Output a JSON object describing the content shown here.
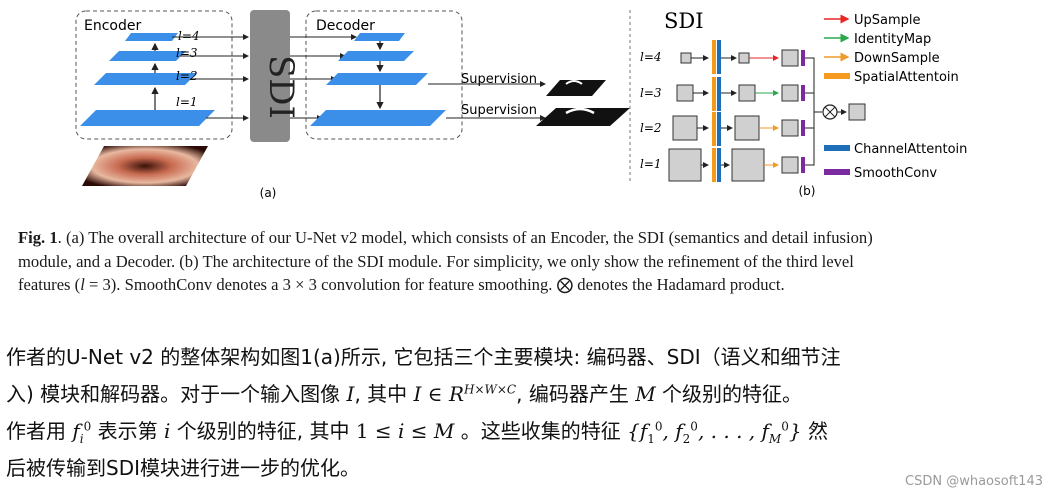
{
  "figure": {
    "panel_a": {
      "encoder_label": "Encoder",
      "decoder_label": "Decoder",
      "sdi_label": "SDI",
      "level_labels": [
        "l=4",
        "l=3",
        "l=2",
        "l=1"
      ],
      "supervision_label": "Supervision",
      "panel_label": "(a)"
    },
    "panel_b": {
      "title": "SDI",
      "level_labels": [
        "l=4",
        "l=3",
        "l=2",
        "l=1"
      ],
      "panel_label": "(b)",
      "legend": [
        {
          "label": "UpSample",
          "color": "#e82626",
          "kind": "arrow"
        },
        {
          "label": "IdentityMap",
          "color": "#2aa84a",
          "kind": "arrow"
        },
        {
          "label": "DownSample",
          "color": "#f09a2a",
          "kind": "arrow"
        },
        {
          "label": "SpatialAttentoin",
          "color": "#f59a1e",
          "kind": "bar"
        },
        {
          "label": "ChannelAttentoin",
          "color": "#1f6fb8",
          "kind": "bar"
        },
        {
          "label": "SmoothConv",
          "color": "#7b2aa0",
          "kind": "bar"
        }
      ]
    }
  },
  "caption": {
    "fig_label": "Fig. 1",
    "line1": ". (a) The overall architecture of our U-Net v2 model, which consists of an Encoder, the SDI (semantics and detail infusion)",
    "line2": "module, and a Decoder. (b) The architecture of the SDI module. For simplicity, we only show the refinement of the third level",
    "line3a": "features (",
    "line3b": "l",
    "line3c": " = 3). SmoothConv denotes a 3 × 3 convolution for feature smoothing. ⨂ denotes the Hadamard product."
  },
  "description": {
    "l1": "作者的U-Net v2 的整体架构如图1(a)所示, 它包括三个主要模块: 编码器、SDI（语义和细节注",
    "l2a": "入) 模块和解码器。对于一个输入图像 ",
    "l2b": "I",
    "l2c": ", 其中 ",
    "l2d": "I",
    "l2e": " ∈ ",
    "l2f": "R",
    "l2sup": "H×W×C",
    "l2g": ", 编码器产生 ",
    "l2h": "M",
    "l2i": " 个级别的特征。",
    "l3a": "作者用 ",
    "l3b": "f",
    "l3sup": "0",
    "l3sub": "i",
    "l3c": " 表示第 ",
    "l3d": "i",
    "l3e": " 个级别的特征, 其中 ",
    "l3f": "1 ≤ ",
    "l3g": "i",
    "l3h": " ≤ ",
    "l3i": "M",
    "l3j": " 。这些收集的特征 ",
    "l3k": "{f",
    "l3k1": "1",
    "l3k2": ", f",
    "l3k3": "2",
    "l3k4": ", . . . , f",
    "l3k5": "M",
    "l3k6": "}",
    "l3sup0": "0",
    "l3l": " 然",
    "l4": "后被传输到SDI模块进行进一步的优化。"
  },
  "watermark": "CSDN @whaosoft143"
}
